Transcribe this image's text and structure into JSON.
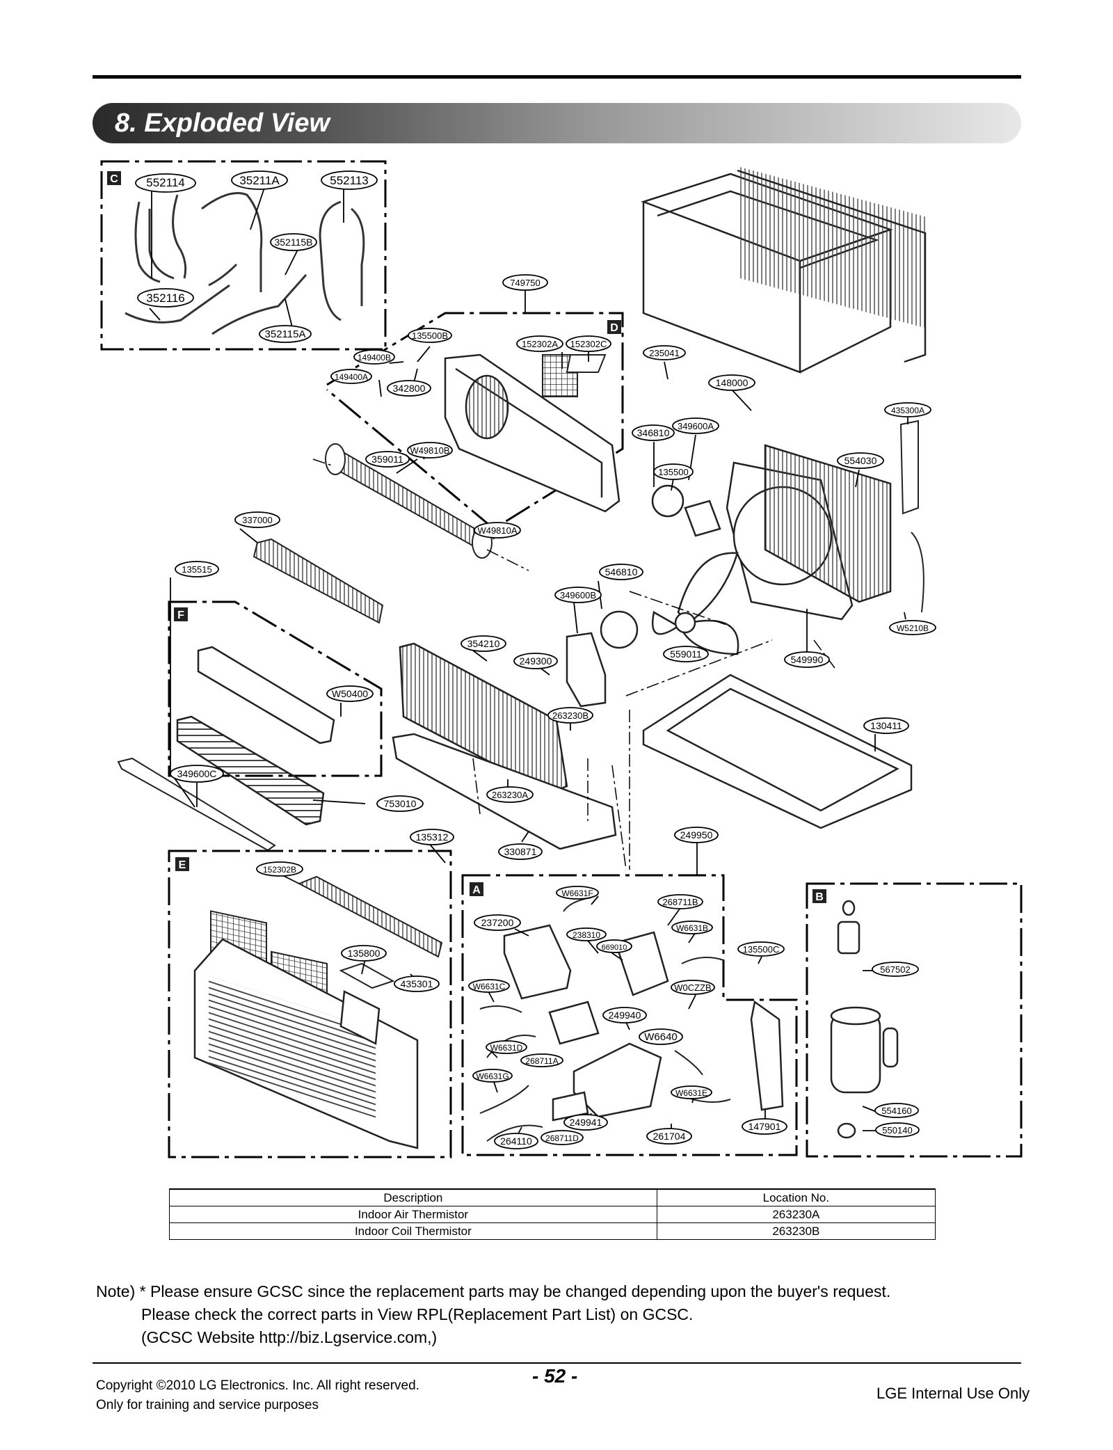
{
  "page_title": "8. Exploded View",
  "section_letters": {
    "a": "A",
    "b": "B",
    "c": "C",
    "d": "D",
    "e": "E",
    "f": "F"
  },
  "part_labels": {
    "p552114": "552114",
    "p35211A": "35211A",
    "p552113": "552113",
    "p352115B": "352115B",
    "p352116": "352116",
    "p352115A": "352115A",
    "p749750": "749750",
    "p135500B": "135500B",
    "p149400B": "149400B",
    "p149400A": "149400A",
    "p342800": "342800",
    "p152302A": "152302A",
    "p152302C": "152302C",
    "p235041": "235041",
    "p148000": "148000",
    "p435300A": "435300A",
    "p349600A": "349600A",
    "p346810": "346810",
    "p135500": "135500",
    "p554030": "554030",
    "pW49810B": "W49810B",
    "p359011": "359011",
    "pW49810A": "W49810A",
    "p337000": "337000",
    "p135515": "135515",
    "p546810": "546810",
    "p349600B": "349600B",
    "pW5210B": "W5210B",
    "p354210": "354210",
    "p249300": "249300",
    "p559011": "559011",
    "p549990": "549990",
    "pW50400": "W50400",
    "p263230B": "263230B",
    "p130411": "130411",
    "p349600C": "349600C",
    "p263230A": "263230A",
    "p753010": "753010",
    "p135312": "135312",
    "p330871": "330871",
    "p249950": "249950",
    "p152302B": "152302B",
    "pW6631F": "W6631F",
    "p268711B": "268711B",
    "p237200": "237200",
    "p238310": "238310",
    "pW6631B": "W6631B",
    "p669010": "669010",
    "p135500C": "135500C",
    "p135800": "135800",
    "p567502": "567502",
    "p435301": "435301",
    "pW6631C": "W6631C",
    "pW0CZZB": "W0CZZB",
    "p249940": "249940",
    "pW6640": "W6640",
    "pW6631D": "W6631D",
    "p268711A": "268711A",
    "pW6631G": "W6631G",
    "pW6631E": "W6631E",
    "p554160": "554160",
    "p249941": "249941",
    "p261704": "261704",
    "p147901": "147901",
    "p550140": "550140",
    "p264110": "264110",
    "p268711D": "268711D"
  },
  "table": {
    "headers": [
      "Description",
      "Location No."
    ],
    "rows": [
      [
        "Indoor Air Thermistor",
        "263230A"
      ],
      [
        "Indoor Coil Thermistor",
        "263230B"
      ]
    ]
  },
  "note": {
    "line1": "Note) * Please ensure GCSC since the replacement parts may be changed depending upon the buyer's request.",
    "line2": "Please check  the correct parts in View RPL(Replacement Part List) on GCSC.",
    "line3": "(GCSC Website  http://biz.Lgservice.com,)"
  },
  "footer": {
    "copyright": "Copyright ©2010 LG Electronics. Inc. All right reserved.",
    "training": "Only for training and service purposes",
    "page_number": "- 52 -",
    "internal": "LGE Internal Use Only"
  }
}
